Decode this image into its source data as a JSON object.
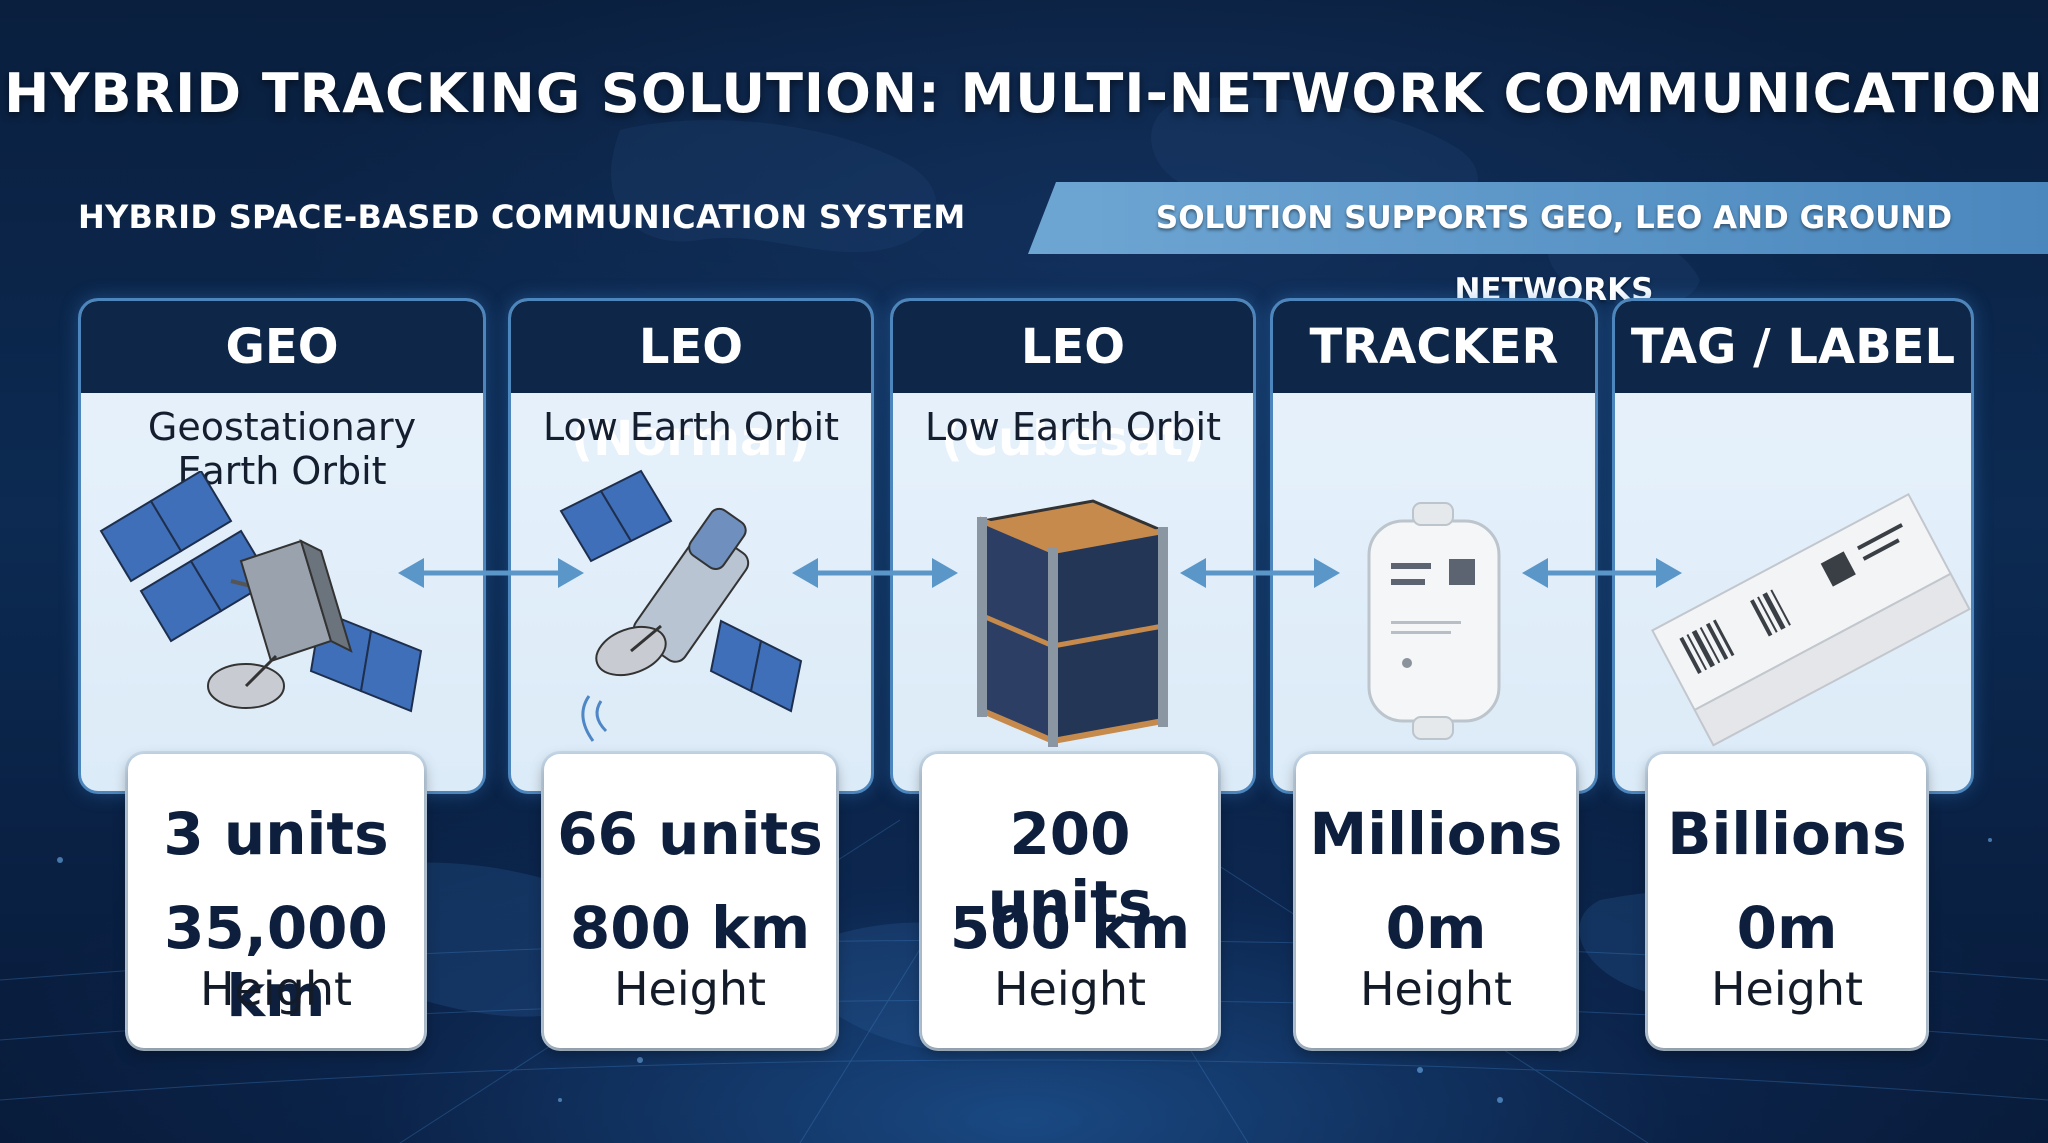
{
  "title": "HYBRID TRACKING SOLUTION: MULTI-NETWORK COMMUNICATION",
  "subtitle": "HYBRID SPACE-BASED COMMUNICATION SYSTEM",
  "banner": "SOLUTION SUPPORTS GEO, LEO AND GROUND NETWORKS",
  "colors": {
    "background": "#0c2a52",
    "card_header": "#0e2647",
    "card_body": "#e3eefa",
    "banner": "#6aa2d0",
    "arrow": "#5a97c8",
    "stat_text": "#0d1f3c"
  },
  "columns": [
    {
      "name": "GEO",
      "description": "Geostationary Earth Orbit",
      "icon": "geo-satellite-icon",
      "count": "3 units",
      "altitude": "35,000 km",
      "altitude_label": "Height"
    },
    {
      "name": "LEO (Normal)",
      "description": "Low Earth Orbit",
      "icon": "leo-satellite-icon",
      "count": "66 units",
      "altitude": "800 km",
      "altitude_label": "Height"
    },
    {
      "name": "LEO (Cubesat)",
      "description": "Low Earth Orbit",
      "icon": "cubesat-icon",
      "count": "200 units",
      "altitude": "500 km",
      "altitude_label": "Height"
    },
    {
      "name": "TRACKER",
      "description": "",
      "icon": "tracker-device-icon",
      "count": "Millions",
      "altitude": "0m",
      "altitude_label": "Height"
    },
    {
      "name": "TAG / LABEL",
      "description": "",
      "icon": "label-tag-icon",
      "count": "Billions",
      "altitude": "0m",
      "altitude_label": "Height"
    }
  ]
}
